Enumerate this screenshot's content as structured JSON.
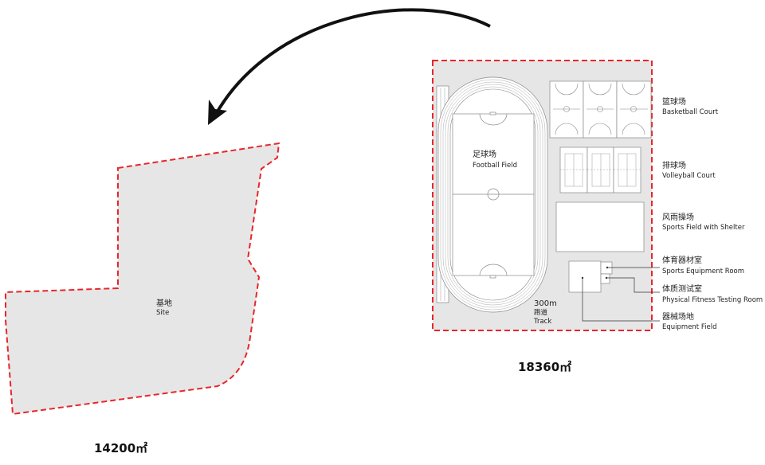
{
  "site": {
    "label_zh": "基地",
    "label_en": "Site",
    "area": "14200㎡"
  },
  "program": {
    "area": "18360㎡",
    "football": {
      "zh": "足球场",
      "en": "Football Field"
    },
    "track": {
      "length": "300m",
      "zh": "跑道",
      "en": "Track"
    },
    "basketball": {
      "zh": "篮球场",
      "en": "Basketball Court"
    },
    "volleyball": {
      "zh": "排球场",
      "en": "Volleyball Court"
    },
    "shelter": {
      "zh": "风雨操场",
      "en": "Sports Field with Shelter"
    },
    "equipment_room": {
      "zh": "体育器材室",
      "en": "Sports Equipment Room"
    },
    "fitness_room": {
      "zh": "体质测试室",
      "en": "Physical Fitness Testing Room"
    },
    "equipment_field": {
      "zh": "器械场地",
      "en": "Equipment Field"
    }
  },
  "colors": {
    "boundary": "#e8262b",
    "fill": "#e6e6e6",
    "arrow": "#111111"
  }
}
